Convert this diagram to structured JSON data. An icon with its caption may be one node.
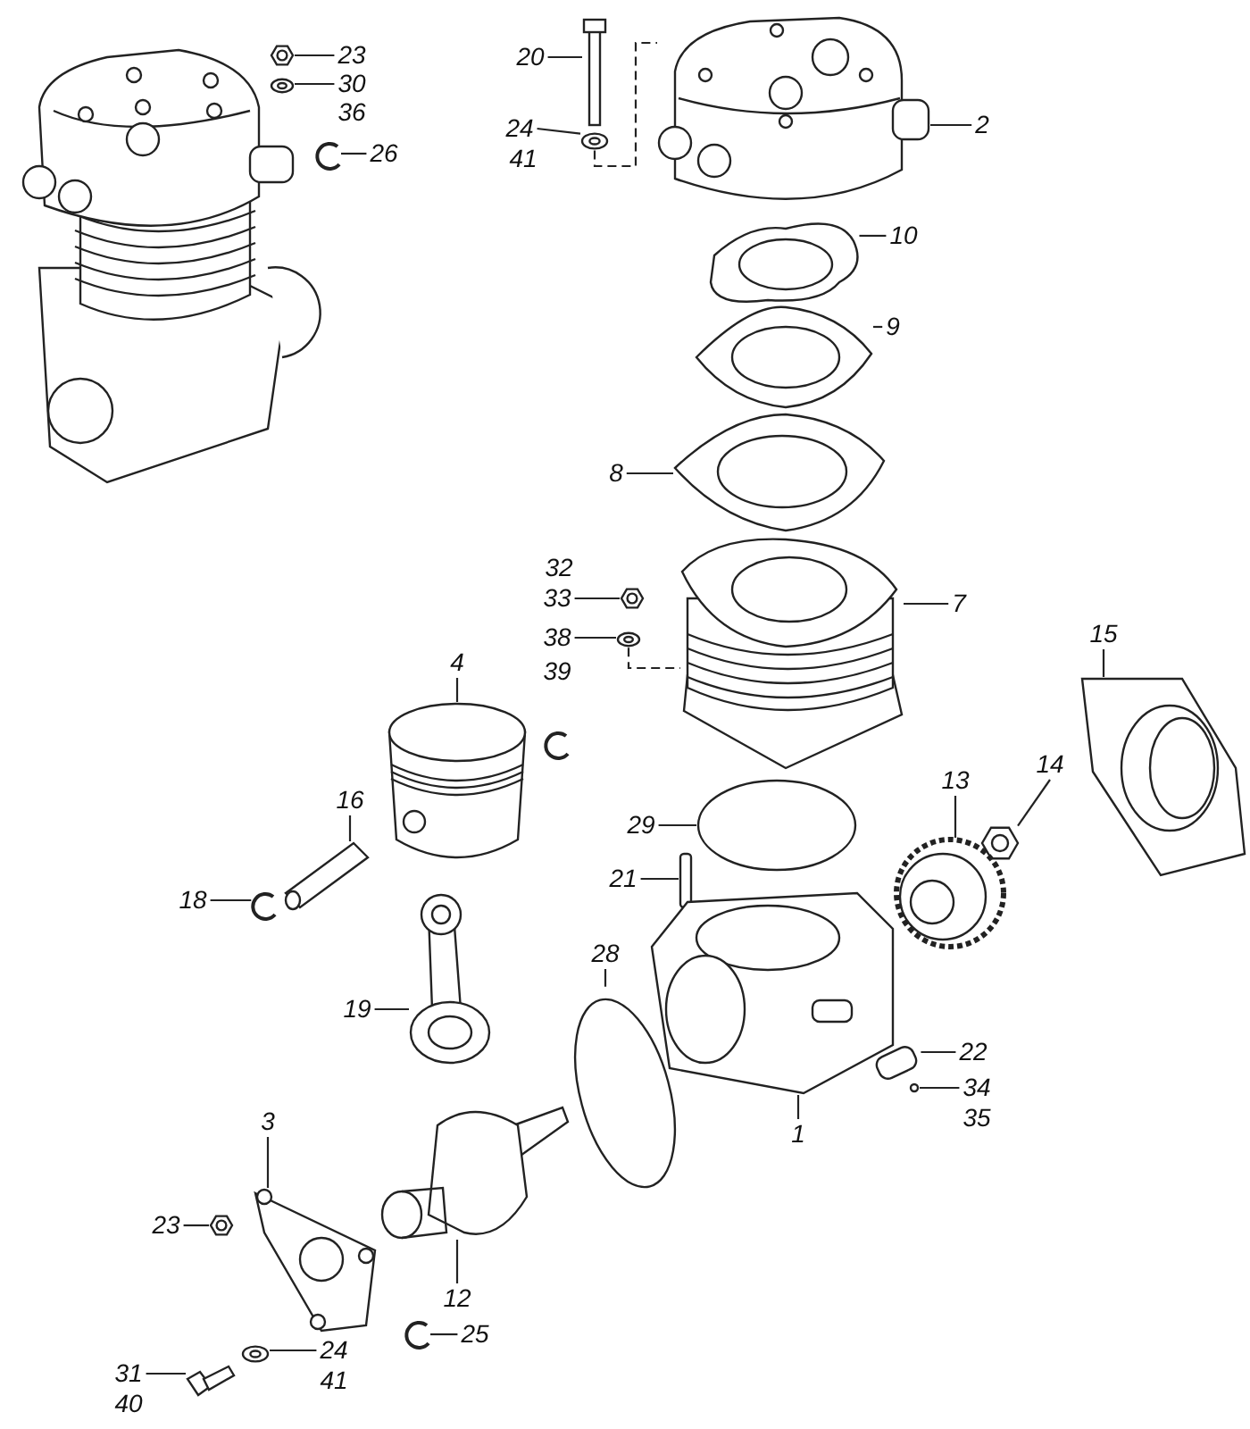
{
  "diagram": {
    "nodes": [
      {
        "text": [
          "23"
        ]
      },
      {
        "text": [
          "30"
        ]
      },
      {
        "text": [
          "26"
        ]
      },
      {
        "text": [
          "20"
        ]
      },
      {
        "text": [
          "24"
        ]
      },
      {
        "text": [
          "2"
        ]
      },
      {
        "text": [
          "10"
        ]
      },
      {
        "text": [
          "9"
        ]
      },
      {
        "text": [
          "8"
        ]
      },
      {
        "text": [
          "33"
        ]
      },
      {
        "text": [
          "7"
        ]
      },
      {
        "text": [
          "15"
        ]
      },
      {
        "text": [
          "38"
        ]
      },
      {
        "text": [
          "4"
        ]
      },
      {
        "text": [
          "14"
        ]
      },
      {
        "text": [
          "13"
        ]
      },
      {
        "text": [
          "16"
        ]
      },
      {
        "text": [
          "29"
        ]
      },
      {
        "text": [
          "21"
        ]
      },
      {
        "text": [
          "18"
        ]
      },
      {
        "text": [
          "28"
        ]
      },
      {
        "text": [
          "19"
        ]
      },
      {
        "text": [
          "22"
        ]
      },
      {
        "text": [
          "34"
        ]
      },
      {
        "text": [
          "3"
        ]
      },
      {
        "text": [
          "1"
        ]
      },
      {
        "text": [
          "23"
        ]
      },
      {
        "text": [
          "12"
        ]
      },
      {
        "text": [
          "25"
        ]
      },
      {
        "text": [
          "24"
        ]
      },
      {
        "text": [
          "31"
        ]
      },
      {
        "text": [],
        "shape": "picture"
      },
      {
        "text": [],
        "shape": "picture"
      },
      {
        "text": [],
        "shape": "picture"
      },
      {
        "text": [],
        "shape": "picture"
      },
      {
        "text": [],
        "shape": "picture"
      },
      {
        "text": [],
        "shape": "picture"
      },
      {
        "text": [],
        "shape": "picture"
      },
      {
        "text": [],
        "shape": "picture"
      },
      {
        "text": [],
        "shape": "picture"
      },
      {
        "text": [],
        "shape": "picture"
      },
      {
        "text": [],
        "shape": "picture"
      },
      {
        "text": [],
        "shape": "picture"
      },
      {
        "text": [],
        "shape": "picture"
      },
      {
        "text": [],
        "shape": "picture"
      },
      {
        "text": [],
        "shape": "picture"
      },
      {
        "text": [],
        "shape": "picture"
      },
      {
        "text": [],
        "shape": "picture"
      },
      {
        "text": [],
        "shape": "circle"
      },
      {
        "text": [],
        "shape": "box"
      },
      {
        "text": [],
        "shape": "picture"
      },
      {
        "text": [],
        "shape": "circle"
      },
      {
        "text": [],
        "shape": "picture"
      },
      {
        "text": [],
        "shape": "box"
      },
      {
        "text": [],
        "shape": "circle"
      },
      {
        "text": [],
        "shape": "picture"
      },
      {
        "text": [],
        "shape": "picture"
      },
      {
        "text": [],
        "shape": "picture"
      },
      {
        "text": [],
        "shape": "picture"
      },
      {
        "text": [],
        "shape": "picture"
      },
      {
        "text": [],
        "shape": "picture"
      },
      {
        "text": [],
        "shape": "picture"
      }
    ],
    "edges": [
      {
        "from": 0,
        "to": 31,
        "arrow": "none"
      },
      {
        "from": 1,
        "to": 32,
        "arrow": "none"
      },
      {
        "from": 2,
        "to": 33,
        "arrow": "none"
      },
      {
        "from": 3,
        "to": 34,
        "arrow": "none"
      },
      {
        "from": 4,
        "to": 35,
        "arrow": "none"
      },
      {
        "from": 5,
        "to": 36,
        "arrow": "none"
      },
      {
        "from": 6,
        "to": 37,
        "arrow": "none"
      },
      {
        "from": 7,
        "to": 38,
        "arrow": "none"
      },
      {
        "from": 8,
        "to": 39,
        "arrow": "none"
      },
      {
        "from": 9,
        "to": 40,
        "arrow": "none"
      },
      {
        "from": 10,
        "to": 41,
        "arrow": "none"
      },
      {
        "from": 11,
        "to": 42,
        "arrow": "none"
      },
      {
        "from": 12,
        "to": 43,
        "arrow": "none"
      },
      {
        "from": 13,
        "to": 44,
        "arrow": "none"
      },
      {
        "from": 14,
        "to": 45,
        "arrow": "none"
      },
      {
        "from": 15,
        "to": 46,
        "arrow": "none"
      },
      {
        "from": 16,
        "to": 47,
        "arrow": "none"
      },
      {
        "from": 17,
        "to": 48,
        "arrow": "none"
      },
      {
        "from": 18,
        "to": 49,
        "arrow": "none"
      },
      {
        "from": 19,
        "to": 50,
        "arrow": "none"
      },
      {
        "from": 20,
        "to": 51,
        "arrow": "none"
      },
      {
        "from": 21,
        "to": 52,
        "arrow": "none"
      },
      {
        "from": 22,
        "to": 53,
        "arrow": "none"
      },
      {
        "from": 23,
        "to": 54,
        "arrow": "none"
      },
      {
        "from": 24,
        "to": 55,
        "arrow": "none"
      },
      {
        "from": 25,
        "to": 56,
        "arrow": "none"
      },
      {
        "from": 26,
        "to": 57,
        "arrow": "none"
      },
      {
        "from": 27,
        "to": 58,
        "arrow": "none"
      },
      {
        "from": 28,
        "to": 59,
        "arrow": "none"
      },
      {
        "from": 29,
        "to": 60,
        "arrow": "none"
      },
      {
        "from": 30,
        "to": 61,
        "arrow": "none"
      },
      {
        "from": 35,
        "to": 36,
        "arrow": "none",
        "style": "dashed"
      },
      {
        "from": 43,
        "to": 41,
        "arrow": "none",
        "style": "dashed"
      }
    ],
    "labels": [
      "36",
      "41",
      "32",
      "39",
      "35",
      "41",
      "40"
    ]
  }
}
